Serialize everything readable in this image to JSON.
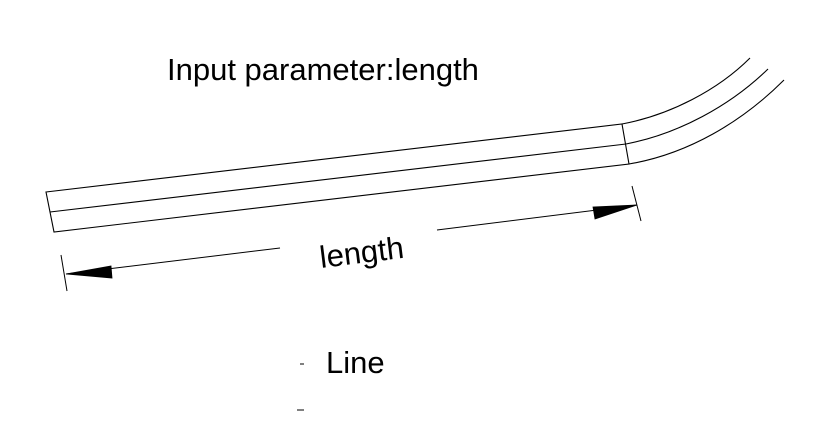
{
  "title": "Input parameter:length",
  "dimension_label": "length",
  "caption": "Line",
  "colors": {
    "background": "#ffffff",
    "ink": "#000000"
  }
}
